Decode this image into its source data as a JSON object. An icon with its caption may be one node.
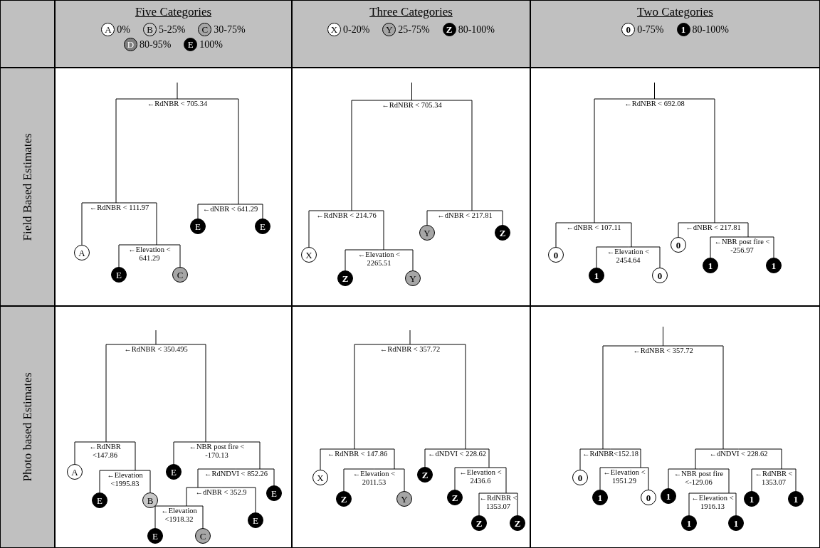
{
  "diagram": {
    "nodes": [
      {
        "text": [],
        "shape": "box"
      },
      {
        "text": [
          "Five Categories"
        ]
      },
      {
        "text": [
          "A"
        ],
        "in": 1,
        "beside": [
          "0%"
        ]
      },
      {
        "text": [
          "B"
        ],
        "in": 1,
        "beside": [
          "5-25%"
        ]
      },
      {
        "text": [
          "C"
        ],
        "in": 1,
        "beside": [
          "30-75%"
        ]
      },
      {
        "text": [
          "D"
        ],
        "in": 1,
        "beside": [
          "80-95%"
        ]
      },
      {
        "text": [
          "E"
        ],
        "in": 1,
        "beside": [
          "100%"
        ]
      },
      {
        "text": [
          "Three Categories"
        ]
      },
      {
        "text": [
          "X"
        ],
        "in": 7,
        "beside": [
          "0-20%"
        ]
      },
      {
        "text": [
          "Y"
        ],
        "in": 7,
        "beside": [
          "25-75%"
        ]
      },
      {
        "text": [
          "Z"
        ],
        "in": 7,
        "beside": [
          "80-100%"
        ]
      },
      {
        "text": [
          "Two Categories"
        ]
      },
      {
        "text": [
          "0"
        ],
        "in": 11,
        "beside": [
          "0-75%"
        ]
      },
      {
        "text": [
          "1"
        ],
        "in": 11,
        "beside": [
          "80-100%"
        ]
      },
      {
        "text": [
          "Field Based Estimates"
        ]
      },
      {
        "text": [],
        "shape": "box"
      },
      {
        "text": [
          "←RdNBR < 705.34"
        ],
        "in": 15
      },
      {
        "text": [
          "←RdNBR < 111.97"
        ],
        "in": 15
      },
      {
        "text": [
          "A"
        ],
        "in": 15
      },
      {
        "text": [
          "←Elevation < 641.29"
        ],
        "in": 15
      },
      {
        "text": [
          "E"
        ],
        "in": 15
      },
      {
        "text": [
          "C"
        ],
        "in": 15
      },
      {
        "text": [
          "←dNBR < 641.29"
        ],
        "in": 15
      },
      {
        "text": [
          "E"
        ],
        "in": 15
      },
      {
        "text": [
          "E"
        ],
        "in": 15
      },
      {
        "text": [],
        "shape": "box"
      },
      {
        "text": [
          "←RdNBR < 705.34"
        ],
        "in": 25
      },
      {
        "text": [
          "←RdNBR < 214.76"
        ],
        "in": 25
      },
      {
        "text": [
          "X"
        ],
        "in": 25
      },
      {
        "text": [
          "←Elevation < 2265.51"
        ],
        "in": 25
      },
      {
        "text": [
          "Z"
        ],
        "in": 25
      },
      {
        "text": [
          "Y"
        ],
        "in": 25
      },
      {
        "text": [
          "←dNBR < 217.81"
        ],
        "in": 25
      },
      {
        "text": [
          "Y"
        ],
        "in": 25
      },
      {
        "text": [
          "Z"
        ],
        "in": 25
      },
      {
        "text": [],
        "shape": "box"
      },
      {
        "text": [
          "←RdNBR < 692.08"
        ],
        "in": 35
      },
      {
        "text": [
          "←dNBR < 107.11"
        ],
        "in": 35
      },
      {
        "text": [
          "0"
        ],
        "in": 35
      },
      {
        "text": [
          "←Elevation < 2454.64"
        ],
        "in": 35
      },
      {
        "text": [
          "1"
        ],
        "in": 35
      },
      {
        "text": [
          "0"
        ],
        "in": 35
      },
      {
        "text": [
          "←dNBR < 217.81"
        ],
        "in": 35
      },
      {
        "text": [
          "0"
        ],
        "in": 35
      },
      {
        "text": [
          "←NBR post fire < -256.97"
        ],
        "in": 35
      },
      {
        "text": [
          "1"
        ],
        "in": 35
      },
      {
        "text": [
          "1"
        ],
        "in": 35
      },
      {
        "text": [
          "Photo based Estimates"
        ]
      },
      {
        "text": [],
        "shape": "box"
      },
      {
        "text": [
          "←RdNBR < 350.495"
        ],
        "in": 48
      },
      {
        "text": [
          "←RdNBR <147.86"
        ],
        "in": 48
      },
      {
        "text": [
          "A"
        ],
        "in": 48
      },
      {
        "text": [
          "←Elevation <1995.83"
        ],
        "in": 48
      },
      {
        "text": [
          "E"
        ],
        "in": 48
      },
      {
        "text": [
          "B"
        ],
        "in": 48
      },
      {
        "text": [
          "←NBR post fire < -170.13"
        ],
        "in": 48
      },
      {
        "text": [
          "E"
        ],
        "in": 48
      },
      {
        "text": [
          "←RdNDVI < 852.26"
        ],
        "in": 48
      },
      {
        "text": [
          "←dNBR < 352.9"
        ],
        "in": 48
      },
      {
        "text": [
          "←Elevation <1918.32"
        ],
        "in": 48
      },
      {
        "text": [
          "E"
        ],
        "in": 48
      },
      {
        "text": [
          "C"
        ],
        "in": 48
      },
      {
        "text": [
          "E"
        ],
        "in": 48
      },
      {
        "text": [
          "E"
        ],
        "in": 48
      },
      {
        "text": [],
        "shape": "box"
      },
      {
        "text": [
          "←RdNBR < 357.72"
        ],
        "in": 64
      },
      {
        "text": [
          "←RdNBR < 147.86"
        ],
        "in": 64
      },
      {
        "text": [
          "X"
        ],
        "in": 64
      },
      {
        "text": [
          "←Elevation < 2011.53"
        ],
        "in": 64
      },
      {
        "text": [
          "Z"
        ],
        "in": 64
      },
      {
        "text": [
          "Y"
        ],
        "in": 64
      },
      {
        "text": [
          "←dNDVI < 228.62"
        ],
        "in": 64
      },
      {
        "text": [
          "Z"
        ],
        "in": 64
      },
      {
        "text": [
          "←Elevation < 2436.6"
        ],
        "in": 64
      },
      {
        "text": [
          "Z"
        ],
        "in": 64
      },
      {
        "text": [
          "←RdNBR < 1353.07"
        ],
        "in": 64
      },
      {
        "text": [
          "Z"
        ],
        "in": 64
      },
      {
        "text": [
          "Z"
        ],
        "in": 64
      },
      {
        "text": [],
        "shape": "box"
      },
      {
        "text": [
          "←RdNBR < 357.72"
        ],
        "in": 78
      },
      {
        "text": [
          "←RdNBR<152.18"
        ],
        "in": 78
      },
      {
        "text": [
          "0"
        ],
        "in": 78
      },
      {
        "text": [
          "←Elevation < 1951.29"
        ],
        "in": 78
      },
      {
        "text": [
          "1"
        ],
        "in": 78
      },
      {
        "text": [
          "0"
        ],
        "in": 78
      },
      {
        "text": [
          "←dNDVI < 228.62"
        ],
        "in": 78
      },
      {
        "text": [
          "←NBR post fire <-129.06"
        ],
        "in": 78
      },
      {
        "text": [
          "1"
        ],
        "in": 78
      },
      {
        "text": [
          "←Elevation < 1916.13"
        ],
        "in": 78
      },
      {
        "text": [
          "1"
        ],
        "in": 78
      },
      {
        "text": [
          "1"
        ],
        "in": 78
      },
      {
        "text": [
          "←RdNBR < 1353.07"
        ],
        "in": 78
      },
      {
        "text": [
          "1"
        ],
        "in": 78
      },
      {
        "text": [
          "1"
        ],
        "in": 78
      }
    ],
    "edges": [
      {
        "from": null,
        "to": 16,
        "arrow": "none"
      },
      {
        "from": 16,
        "to": 17,
        "arrow": "none"
      },
      {
        "from": 17,
        "to": 18,
        "arrow": "none"
      },
      {
        "from": 17,
        "to": 19,
        "arrow": "none"
      },
      {
        "from": 19,
        "to": 20,
        "arrow": "none"
      },
      {
        "from": 19,
        "to": 21,
        "arrow": "none"
      },
      {
        "from": 16,
        "to": 22,
        "arrow": "none"
      },
      {
        "from": 22,
        "to": 23,
        "arrow": "none"
      },
      {
        "from": 22,
        "to": 24,
        "arrow": "none"
      },
      {
        "from": null,
        "to": 26,
        "arrow": "none"
      },
      {
        "from": 26,
        "to": 27,
        "arrow": "none"
      },
      {
        "from": 27,
        "to": 28,
        "arrow": "none"
      },
      {
        "from": 27,
        "to": 29,
        "arrow": "none"
      },
      {
        "from": 29,
        "to": 30,
        "arrow": "none"
      },
      {
        "from": 29,
        "to": 31,
        "arrow": "none"
      },
      {
        "from": 26,
        "to": 32,
        "arrow": "none"
      },
      {
        "from": 32,
        "to": 33,
        "arrow": "none"
      },
      {
        "from": 32,
        "to": 34,
        "arrow": "none"
      },
      {
        "from": null,
        "to": 36,
        "arrow": "none"
      },
      {
        "from": 36,
        "to": 37,
        "arrow": "none"
      },
      {
        "from": 37,
        "to": 38,
        "arrow": "none"
      },
      {
        "from": 37,
        "to": 39,
        "arrow": "none"
      },
      {
        "from": 39,
        "to": 40,
        "arrow": "none"
      },
      {
        "from": 39,
        "to": 41,
        "arrow": "none"
      },
      {
        "from": 36,
        "to": 42,
        "arrow": "none"
      },
      {
        "from": 42,
        "to": 43,
        "arrow": "none"
      },
      {
        "from": 42,
        "to": 44,
        "arrow": "none"
      },
      {
        "from": 44,
        "to": 45,
        "arrow": "none"
      },
      {
        "from": 44,
        "to": 46,
        "arrow": "none"
      },
      {
        "from": null,
        "to": 49,
        "arrow": "none"
      },
      {
        "from": 49,
        "to": 50,
        "arrow": "none"
      },
      {
        "from": 50,
        "to": 51,
        "arrow": "none"
      },
      {
        "from": 50,
        "to": 52,
        "arrow": "none"
      },
      {
        "from": 52,
        "to": 53,
        "arrow": "none"
      },
      {
        "from": 52,
        "to": 54,
        "arrow": "none"
      },
      {
        "from": 49,
        "to": 55,
        "arrow": "none"
      },
      {
        "from": 55,
        "to": 56,
        "arrow": "none"
      },
      {
        "from": 55,
        "to": 57,
        "arrow": "none"
      },
      {
        "from": 57,
        "to": 58,
        "arrow": "none"
      },
      {
        "from": 58,
        "to": 59,
        "arrow": "none"
      },
      {
        "from": 59,
        "to": 60,
        "arrow": "none"
      },
      {
        "from": 59,
        "to": 61,
        "arrow": "none"
      },
      {
        "from": 58,
        "to": 62,
        "arrow": "none"
      },
      {
        "from": 57,
        "to": 63,
        "arrow": "none"
      },
      {
        "from": null,
        "to": 65,
        "arrow": "none"
      },
      {
        "from": 65,
        "to": 66,
        "arrow": "none"
      },
      {
        "from": 66,
        "to": 67,
        "arrow": "none"
      },
      {
        "from": 66,
        "to": 68,
        "arrow": "none"
      },
      {
        "from": 68,
        "to": 69,
        "arrow": "none"
      },
      {
        "from": 68,
        "to": 70,
        "arrow": "none"
      },
      {
        "from": 65,
        "to": 71,
        "arrow": "none"
      },
      {
        "from": 71,
        "to": 72,
        "arrow": "none"
      },
      {
        "from": 71,
        "to": 73,
        "arrow": "none"
      },
      {
        "from": 73,
        "to": 74,
        "arrow": "none"
      },
      {
        "from": 73,
        "to": 75,
        "arrow": "none"
      },
      {
        "from": 75,
        "to": 76,
        "arrow": "none"
      },
      {
        "from": 75,
        "to": 77,
        "arrow": "none"
      },
      {
        "from": null,
        "to": 79,
        "arrow": "none"
      },
      {
        "from": 79,
        "to": 80,
        "arrow": "none"
      },
      {
        "from": 80,
        "to": 81,
        "arrow": "none"
      },
      {
        "from": 80,
        "to": 82,
        "arrow": "none"
      },
      {
        "from": 82,
        "to": 83,
        "arrow": "none"
      },
      {
        "from": 82,
        "to": 84,
        "arrow": "none"
      },
      {
        "from": 79,
        "to": 85,
        "arrow": "none"
      },
      {
        "from": 85,
        "to": 86,
        "arrow": "none"
      },
      {
        "from": 86,
        "to": 87,
        "arrow": "none"
      },
      {
        "from": 86,
        "to": 88,
        "arrow": "none"
      },
      {
        "from": 88,
        "to": 89,
        "arrow": "none"
      },
      {
        "from": 88,
        "to": 90,
        "arrow": "none"
      },
      {
        "from": 85,
        "to": 91,
        "arrow": "none"
      },
      {
        "from": 91,
        "to": 92,
        "arrow": "none"
      },
      {
        "from": 91,
        "to": 93,
        "arrow": "none"
      }
    ]
  }
}
